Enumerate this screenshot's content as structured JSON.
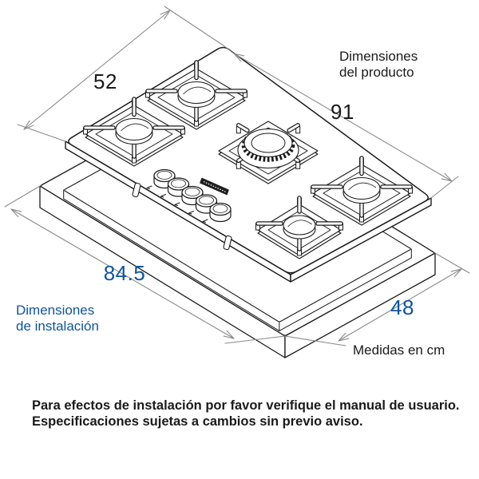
{
  "product_label": {
    "line1": "Dimensiones",
    "line2": "del producto"
  },
  "installation_label": {
    "line1": "Dimensiones",
    "line2": "de instalación"
  },
  "units_label": "Medidas en cm",
  "dimensions_cm": {
    "product_width": "52",
    "product_length": "91",
    "installation_length": "84.5",
    "installation_depth": "48"
  },
  "footer": {
    "line1": "Para efectos de instalación por favor verifique el manual de usuario.",
    "line2": "Especificaciones sujetas a cambios sin previo aviso."
  },
  "colors": {
    "accent_blue": "#0F549B",
    "line_color": "#1A1A1A",
    "dimension_line_color": "#8A8A8A",
    "brand_strip_color": "#1F1F1F"
  }
}
